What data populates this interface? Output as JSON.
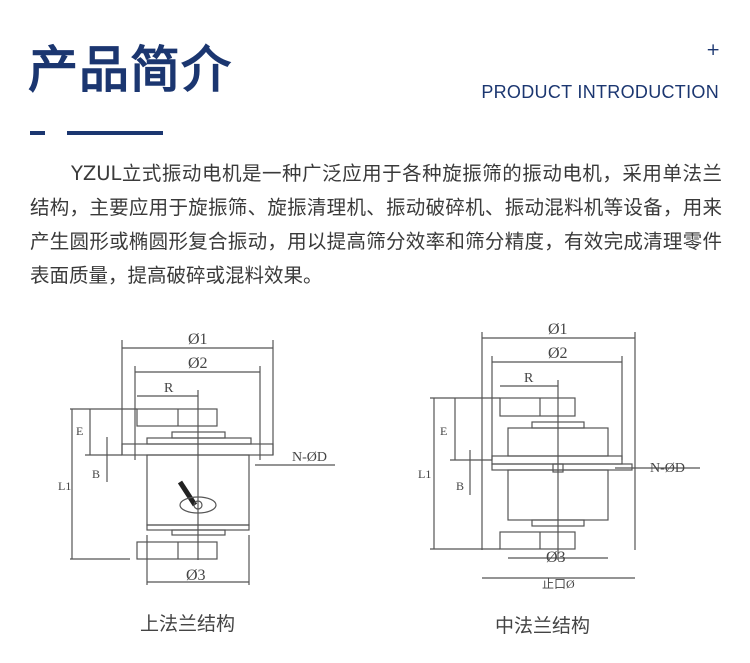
{
  "header": {
    "title": "产品简介",
    "plus": "+",
    "subtitle": "PRODUCT INTRODUCTION"
  },
  "intro": "YZUL立式振动电机是一种广泛应用于各种旋振筛的振动电机，采用单法兰结构，主要应用于旋振筛、旋振清理机、振动破碎机、振动混料机等设备，用来产生圆形或椭圆形复合振动，用以提高筛分效率和筛分精度，有效完成清理零件表面质量，提高破碎或混料效果。",
  "diagrams": [
    {
      "caption": "上法兰结构",
      "labels": {
        "d1": "Ø1",
        "d2": "Ø2",
        "r": "R",
        "e": "E",
        "b": "B",
        "l1": "L1",
        "nd": "N-ØD",
        "d3": "Ø3"
      }
    },
    {
      "caption": "中法兰结构",
      "labels": {
        "d1": "Ø1",
        "d2": "Ø2",
        "r": "R",
        "e": "E",
        "b": "B",
        "l1": "L1",
        "nd": "N-ØD",
        "d3": "Ø3",
        "spigot": "止口Ø"
      }
    }
  ]
}
